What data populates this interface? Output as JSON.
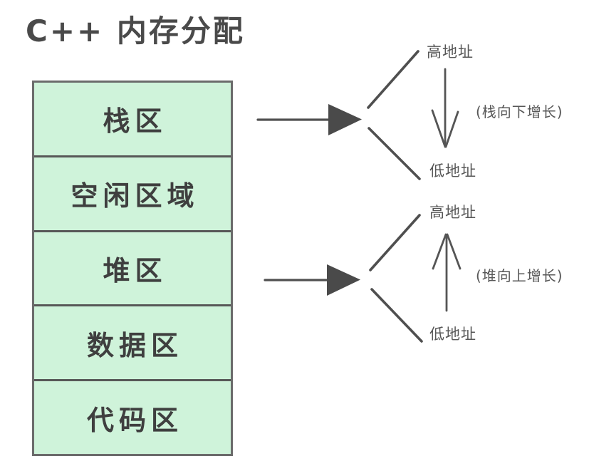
{
  "title": "C++ 内存分配",
  "memory_box": {
    "segments": [
      {
        "id": "stack",
        "label": "栈区"
      },
      {
        "id": "free",
        "label": "空闲区域"
      },
      {
        "id": "heap",
        "label": "堆区"
      },
      {
        "id": "data",
        "label": "数据区"
      },
      {
        "id": "code",
        "label": "代码区"
      }
    ]
  },
  "stack_growth": {
    "high_label": "高地址",
    "low_label": "低地址",
    "growth_label": "(栈向下增长)"
  },
  "heap_growth": {
    "high_label": "高地址",
    "low_label": "低地址",
    "growth_label": "(堆向上增长)"
  },
  "colors": {
    "segment_fill": "#cff3da",
    "segment_border": "#6b6b6b",
    "segment_divider": "#575757",
    "stroke": "#4f4f4f",
    "text": "#575757"
  }
}
